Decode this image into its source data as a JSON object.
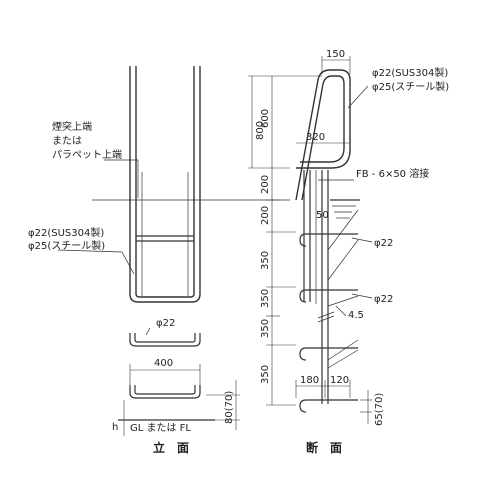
{
  "front": {
    "title": "立　面",
    "note_line1": "煙突上端",
    "note_line2": "または",
    "note_line3": "パラペット上端",
    "rail_spec1": "φ22(SUS304製)",
    "rail_spec2": "φ25(スチール製)",
    "rung_dia": "φ22",
    "width": "400",
    "rung_height": "80(70)",
    "h_label": "h",
    "ground_label": "GL または FL"
  },
  "section": {
    "title": "断　面",
    "top_width": "150",
    "rail_spec1": "φ22(SUS304製)",
    "rail_spec2": "φ25(スチール製)",
    "dim_800": "800",
    "dim_600": "600",
    "dim_320": "320",
    "dim_200a": "200",
    "dim_200b": "200",
    "fb_label": "FB - 6×50 溶接",
    "dim_50": "50",
    "rung1": "φ22",
    "dim_350a": "350",
    "dim_350b": "350",
    "rung2": "φ22",
    "dim_4_5": "4.5",
    "dim_350c": "350",
    "dim_350d": "350",
    "dim_180": "180",
    "dim_120": "120",
    "dim_65": "65(70)"
  }
}
